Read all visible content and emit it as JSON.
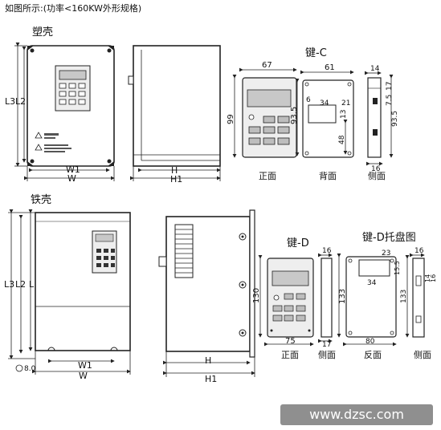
{
  "caption": "如图所示:(功率<160KW外形规格)",
  "plastic": {
    "title": "塑壳",
    "dims": {
      "L3": "L3",
      "L2": "L2",
      "W1": "W1",
      "W": "W",
      "H": "H",
      "H1": "H1"
    }
  },
  "keypad_c": {
    "title": "键-C",
    "front_label": "正面",
    "back_label": "背面",
    "side_label": "侧面",
    "front_dims": {
      "width": "67",
      "height": "99"
    },
    "back_dims": {
      "width": "61",
      "height": "93.5",
      "v6": "6",
      "v34": "34",
      "v21": "21",
      "v13": "13",
      "v48": "48"
    },
    "side_dims": {
      "top": "14",
      "bottom": "16",
      "v93_5": "93.5",
      "v17": "17",
      "v7_5": "7.5"
    }
  },
  "iron": {
    "title": "铁壳",
    "dims": {
      "L3": "L3",
      "L2": "L2",
      "L": "L",
      "W1": "W1",
      "W": "W",
      "H": "H",
      "H1": "H1",
      "hole": "8.0"
    }
  },
  "keypad_d": {
    "title": "键-D",
    "front_label": "正面",
    "side_label": "侧面",
    "dims": {
      "height": "130",
      "width": "75",
      "side_top": "16",
      "side_bottom": "17"
    }
  },
  "tray_d": {
    "title": "键-D托盘图",
    "back_label": "反面",
    "side_label": "侧面",
    "dims": {
      "v23": "23",
      "v15_5": "15.5",
      "v34": "34",
      "v133": "133",
      "v80": "80",
      "side_top": "16",
      "side_133": "133",
      "v14": "14",
      "v16": "16"
    }
  },
  "watermark": "www.dzsc.com"
}
